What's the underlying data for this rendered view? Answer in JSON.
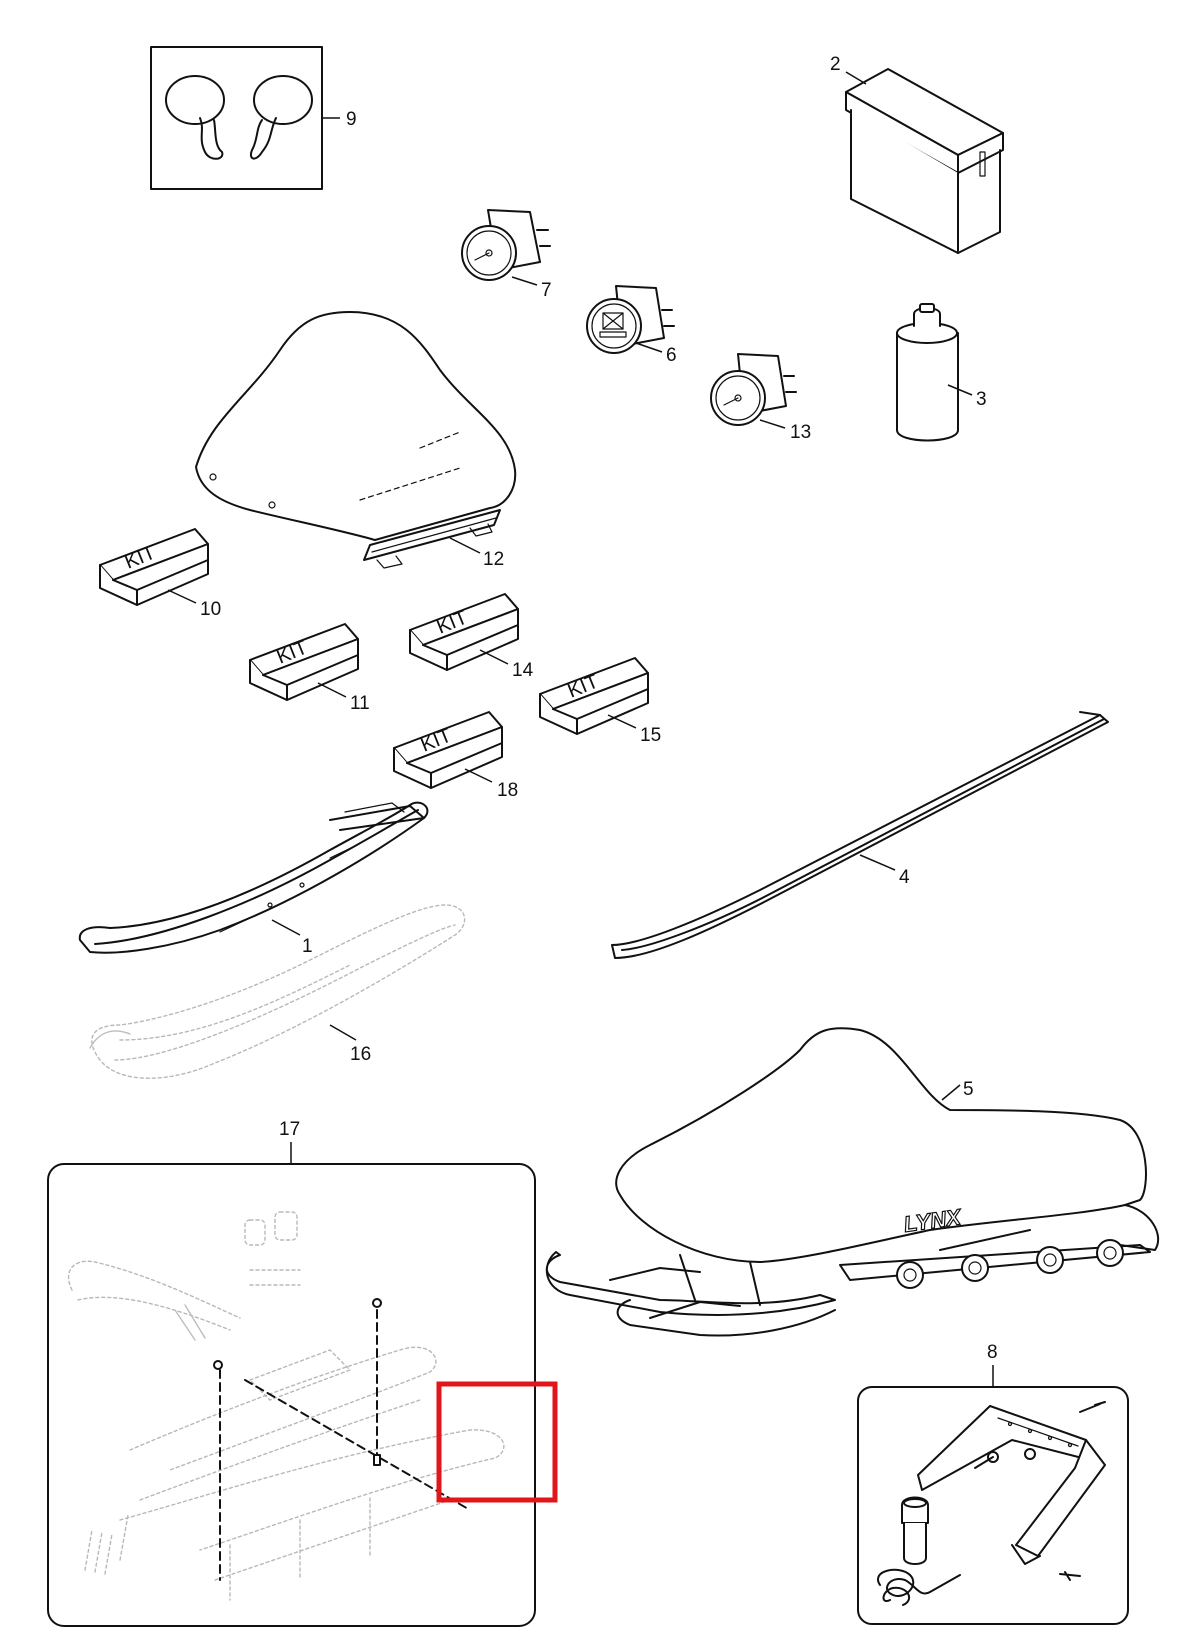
{
  "callouts": {
    "c1": "1",
    "c2": "2",
    "c3": "3",
    "c4": "4",
    "c5": "5",
    "c6": "6",
    "c7": "7",
    "c8": "8",
    "c9": "9",
    "c10": "10",
    "c11": "11",
    "c12": "12",
    "c13": "13",
    "c14": "14",
    "c15": "15",
    "c16": "16",
    "c17": "17",
    "c18": "18"
  },
  "kit_label": "KIT",
  "brand_decal": "LYNX",
  "highlight_color": "#e0161b",
  "line_color": "#111111"
}
